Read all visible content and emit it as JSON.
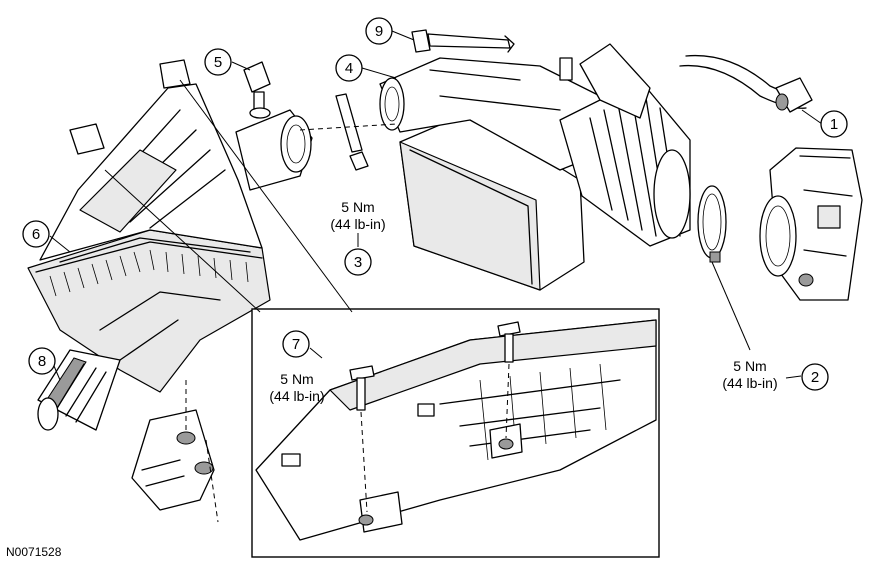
{
  "callouts": [
    {
      "id": "c1",
      "number": "1"
    },
    {
      "id": "c2",
      "number": "2"
    },
    {
      "id": "c3",
      "number": "3"
    },
    {
      "id": "c4",
      "number": "4"
    },
    {
      "id": "c5",
      "number": "5"
    },
    {
      "id": "c6",
      "number": "6"
    },
    {
      "id": "c7",
      "number": "7"
    },
    {
      "id": "c8",
      "number": "8"
    },
    {
      "id": "c9",
      "number": "9"
    }
  ],
  "torque_specs": {
    "callout_3": {
      "metric": "5 Nm",
      "imperial": "(44 lb-in)"
    },
    "callout_2": {
      "metric": "5 Nm",
      "imperial": "(44 lb-in)"
    },
    "callout_7": {
      "metric": "5 Nm",
      "imperial": "(44 lb-in)"
    }
  },
  "figure_id": "N0071528"
}
